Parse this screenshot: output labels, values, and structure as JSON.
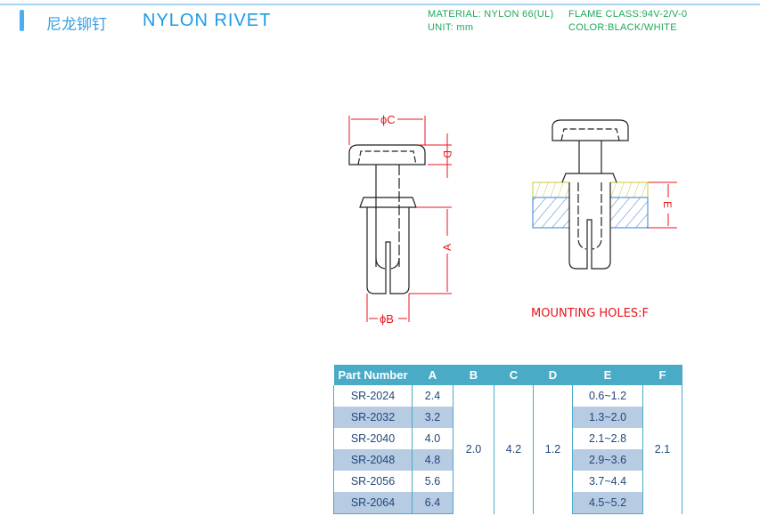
{
  "header": {
    "title_cn": "尼龙铆钉",
    "title_en": "NYLON RIVET",
    "material": "MATERIAL: NYLON 66(UL)",
    "unit": "UNIT: mm",
    "flame": "FLAME CLASS:94V-2/V-0",
    "color": "COLOR:BLACK/WHITE"
  },
  "drawing": {
    "dim_c": "ϕC",
    "dim_d": "D",
    "dim_a": "A",
    "dim_b": "ϕB",
    "dim_e": "E",
    "mounting": "MOUNTING HOLES:F"
  },
  "table": {
    "headers": [
      "Part Number",
      "A",
      "B",
      "C",
      "D",
      "E",
      "F"
    ],
    "rows": [
      {
        "part": "SR-2024",
        "a": "2.4",
        "e": "0.6~1.2"
      },
      {
        "part": "SR-2032",
        "a": "3.2",
        "e": "1.3~2.0"
      },
      {
        "part": "SR-2040",
        "a": "4.0",
        "e": "2.1~2.8"
      },
      {
        "part": "SR-2048",
        "a": "4.8",
        "e": "2.9~3.6"
      },
      {
        "part": "SR-2056",
        "a": "5.6",
        "e": "3.7~4.4"
      },
      {
        "part": "SR-2064",
        "a": "6.4",
        "e": "4.5~5.2"
      }
    ],
    "b": "2.0",
    "c": "4.2",
    "d": "1.2",
    "f": "2.1"
  }
}
